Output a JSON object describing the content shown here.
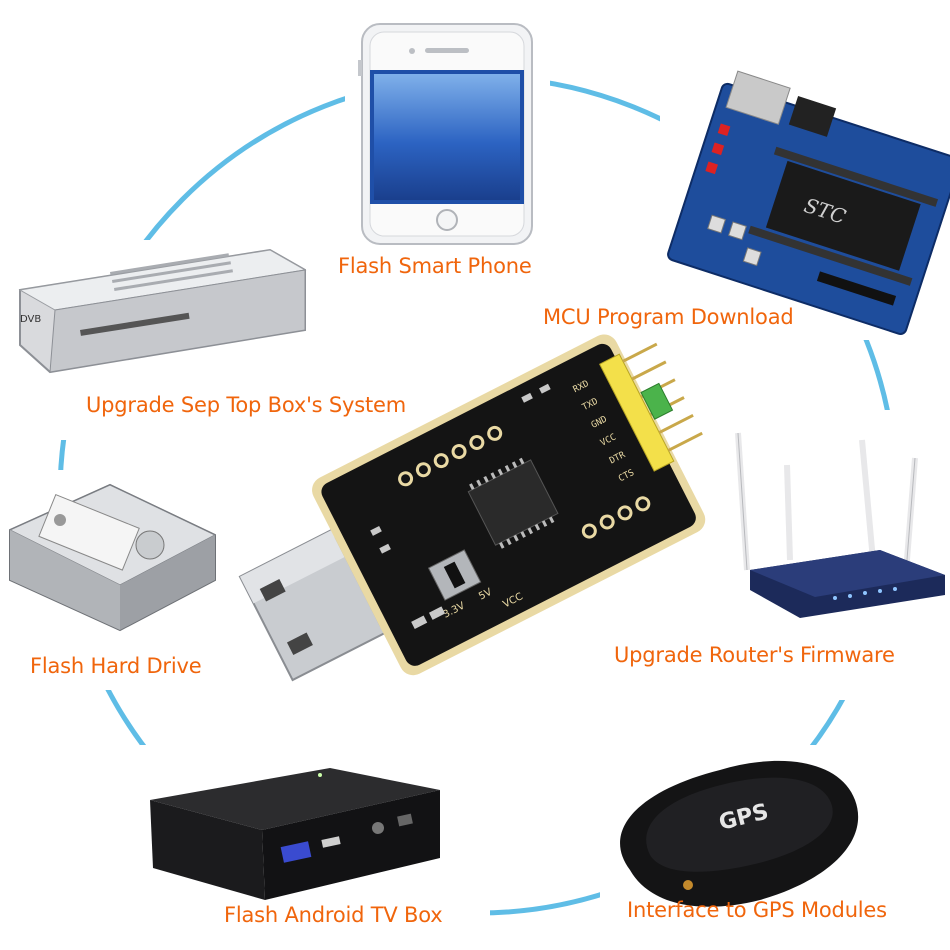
{
  "colors": {
    "ring": "#5fbde6",
    "label": "#f0650c",
    "pcb": "#141414",
    "pcb_edge": "#e9d9a4",
    "pins": "#f3e04a",
    "usb": "#c9ccd0"
  },
  "labels": {
    "phone": "Flash Smart Phone",
    "mcu": "MCU Program Download",
    "settop": "Upgrade Sep Top Box's System",
    "router": "Upgrade Router's Firmware",
    "hdd": "Flash Hard Drive",
    "android": "Flash Android TV Box",
    "gps": "Interface to GPS Modules"
  },
  "center_device": {
    "pin_labels": [
      "RXD",
      "TXD",
      "GND",
      "VCC",
      "DTR",
      "CTS"
    ],
    "switch_labels": [
      "3.3V",
      "5V"
    ],
    "vcc_label": "VCC"
  },
  "mcu_chip_text": "STC",
  "gps_text": "GPS",
  "settop_logo": "DVB",
  "icons": [
    "smartphone-icon",
    "mcu-board-icon",
    "set-top-box-icon",
    "router-icon",
    "hard-drive-icon",
    "android-tv-box-icon",
    "gps-module-icon",
    "usb-serial-adapter-icon"
  ]
}
